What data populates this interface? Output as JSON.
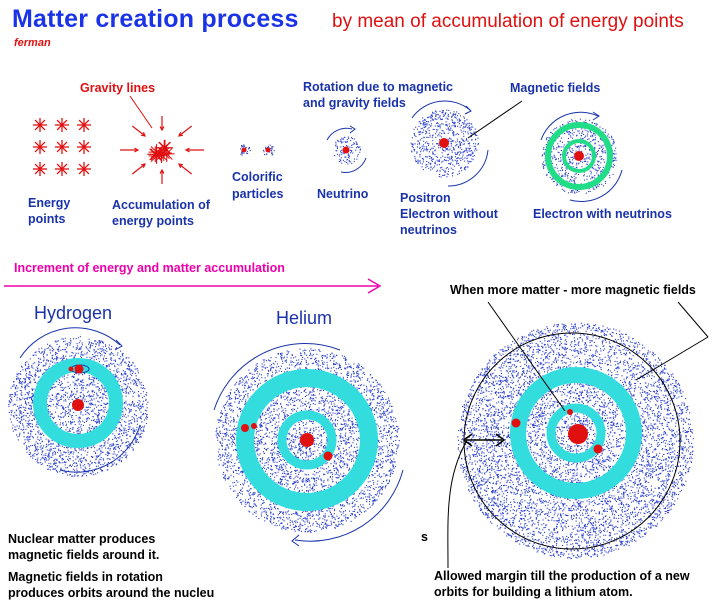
{
  "title": "Matter creation process",
  "subtitle": "by mean of accumulation of energy points",
  "author": "ferman",
  "labels": {
    "gravity_lines": "Gravity lines",
    "rotation_1": "Rotation due to magnetic",
    "rotation_2": "and gravity fields",
    "magnetic_fields": "Magnetic fields",
    "energy_points_1": "Energy",
    "energy_points_2": "points",
    "accumulation_1": "Accumulation of",
    "accumulation_2": "energy points",
    "colorific_1": "Colorific",
    "colorific_2": "particles",
    "neutrino": "Neutrino",
    "positron_1": "Positron",
    "positron_2": "Electron without",
    "positron_3": "neutrinos",
    "electron_neutrinos": "Electron with neutrinos",
    "increment": "Increment of energy and matter accumulation",
    "hydrogen": "Hydrogen",
    "helium": "Helium",
    "more_matter": "When more matter - more magnetic fields",
    "nuclear_1": "Nuclear matter produces",
    "nuclear_2": "magnetic fields around it.",
    "magnetic_rot_1": "Magnetic fields in rotation",
    "magnetic_rot_2": "produces orbits around the nucleu",
    "s_mark": "s",
    "allowed_1": "Allowed margin till the production of a new",
    "allowed_2": "orbits for building a lithium atom."
  },
  "colors": {
    "title": "#1a33e6",
    "red": "#e01010",
    "blue": "#1a33aa",
    "cyan": "#33dddd",
    "green": "#22dd88",
    "magenta": "#ee00aa"
  }
}
